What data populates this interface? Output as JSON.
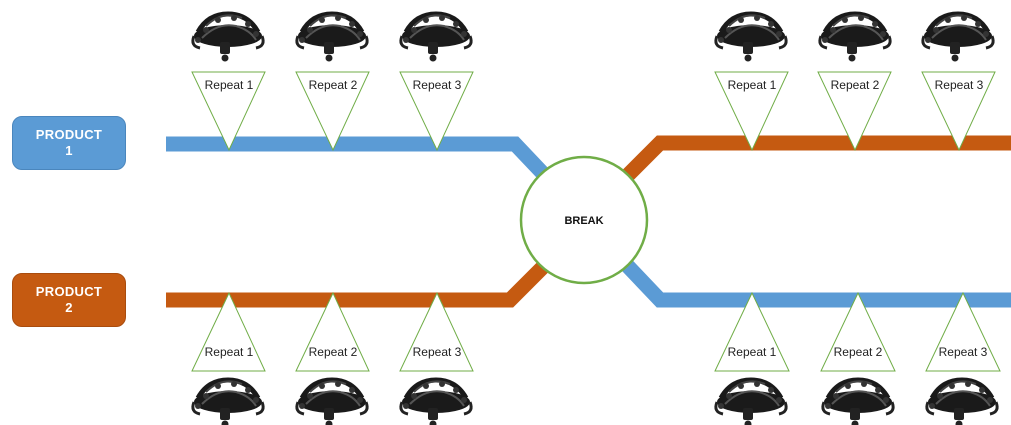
{
  "products": [
    {
      "line1": "PRODUCT",
      "line2": "1",
      "color": "#5b9bd5"
    },
    {
      "line1": "PRODUCT",
      "line2": "2",
      "color": "#c55a11"
    }
  ],
  "break_label": "BREAK",
  "repeat_labels": [
    "Repeat 1",
    "Repeat 2",
    "Repeat 3"
  ],
  "colors": {
    "blue": "#5b9bd5",
    "orange": "#c55a11",
    "triangle_stroke": "#70ad47",
    "circle_stroke": "#70ad47"
  },
  "icons": {
    "headset": "eeg-headset-icon"
  }
}
